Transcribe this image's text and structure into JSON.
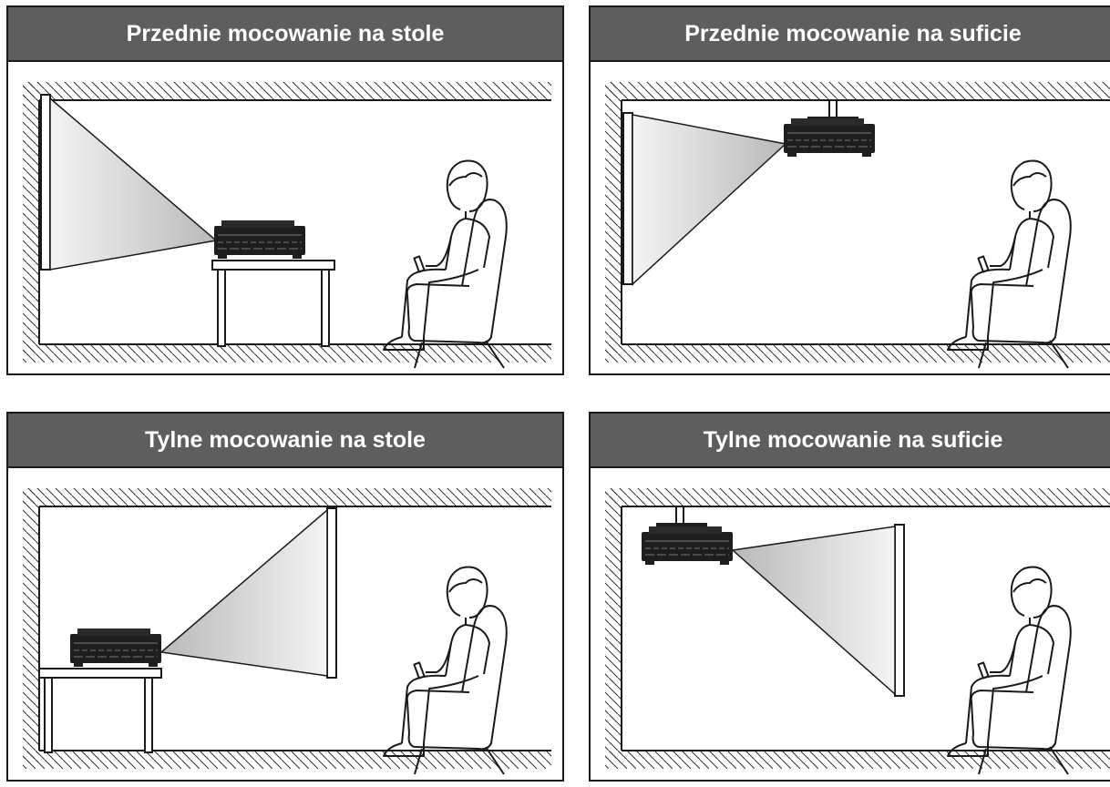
{
  "panels": [
    {
      "title": "Przednie mocowanie na stole",
      "mount": "table",
      "projection": "front"
    },
    {
      "title": "Przednie mocowanie na suficie",
      "mount": "ceiling",
      "projection": "front"
    },
    {
      "title": "Tylne mocowanie na stole",
      "mount": "table",
      "projection": "rear"
    },
    {
      "title": "Tylne mocowanie na suficie",
      "mount": "ceiling",
      "projection": "rear"
    }
  ],
  "colors": {
    "header": "#5e5e5e",
    "line": "#1a1a1a",
    "beam": "#c8c8c8"
  }
}
